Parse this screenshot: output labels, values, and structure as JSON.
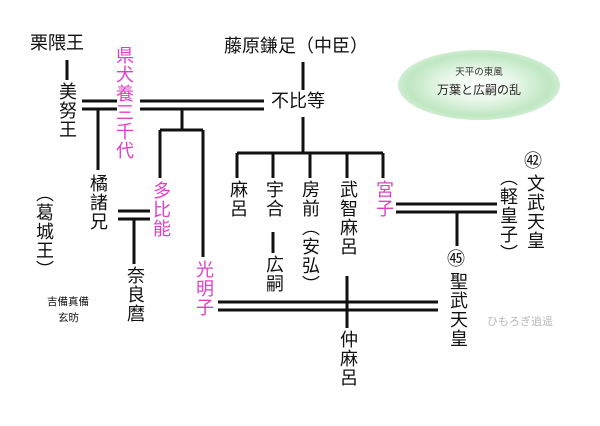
{
  "people": {
    "kurikuma": "栗隈王",
    "mido": "美努王",
    "agata": "県犬養三千代",
    "tachibana": "橘諸兄",
    "tachibana_note": "（葛城王）",
    "narimaro": "奈良麿",
    "tahino": "多比能",
    "komyo": "光明子",
    "kamatari": "藤原鎌足（中臣）",
    "fuhito": "不比等",
    "maro": "麻呂",
    "umakai": "宇合",
    "hirotsugu": "広嗣",
    "fusasaki": "房前",
    "fusasaki_note": "（安弘）",
    "muchimaro": "武智麻呂",
    "nakamaro": "仲麻呂",
    "miyako": "宮子",
    "mommu_number": "㊷",
    "mommu": "文武天皇",
    "mommu_note": "（軽皇子）",
    "shomu_number": "㊺",
    "shomu": "聖武天皇",
    "kibi_genbo": [
      "吉備真備",
      "玄昉"
    ]
  },
  "emblem": {
    "line1": "天平の東風",
    "line2": "万葉と広嗣の乱"
  },
  "watermark": "ひもろぎ逍遥",
  "colors": {
    "ink": "#111111",
    "highlight": "#e040c8",
    "line": "#111111"
  }
}
